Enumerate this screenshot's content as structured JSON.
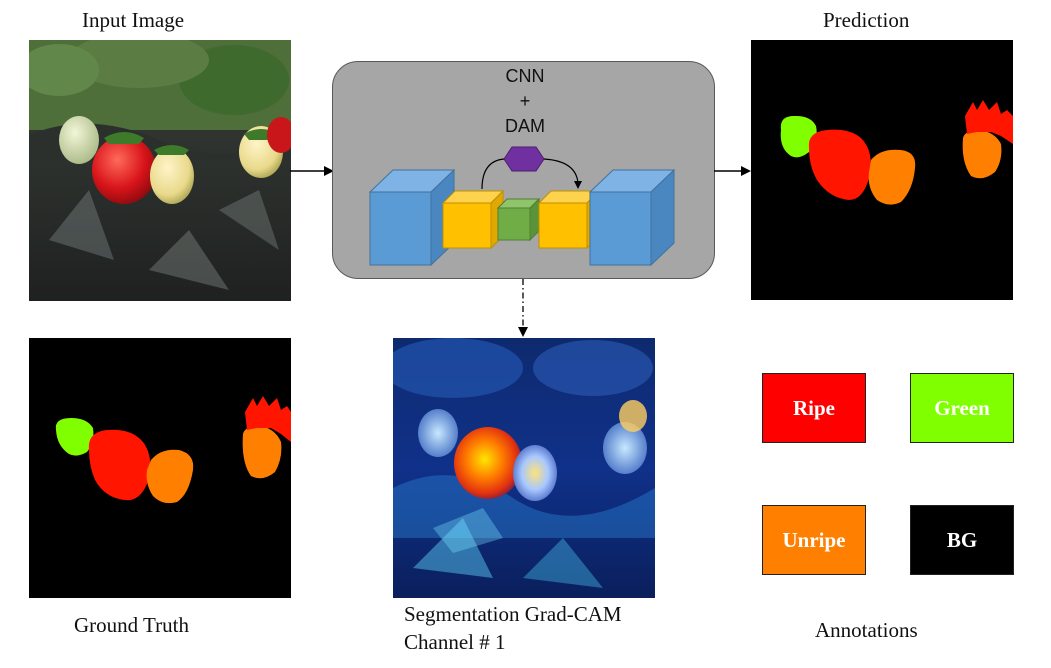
{
  "captions": {
    "input_image": "Input Image",
    "prediction": "Prediction",
    "ground_truth": "Ground Truth",
    "gradcam_line1": "Segmentation Grad-CAM",
    "gradcam_line2": "Channel # 1",
    "annotations": "Annotations"
  },
  "model": {
    "line1": "CNN",
    "line2": "+",
    "line3": "DAM",
    "box_color": "#a6a6a6",
    "encoder_color": "#5b9bd5",
    "bottleneck_color": "#ffc000",
    "center_color": "#70ad47",
    "attention_color": "#7030a0"
  },
  "legend": [
    {
      "label": "Ripe",
      "color": "#ff0000"
    },
    {
      "label": "Green",
      "color": "#80ff00"
    },
    {
      "label": "Unripe",
      "color": "#ff8000"
    },
    {
      "label": "BG",
      "color": "#000000"
    }
  ]
}
